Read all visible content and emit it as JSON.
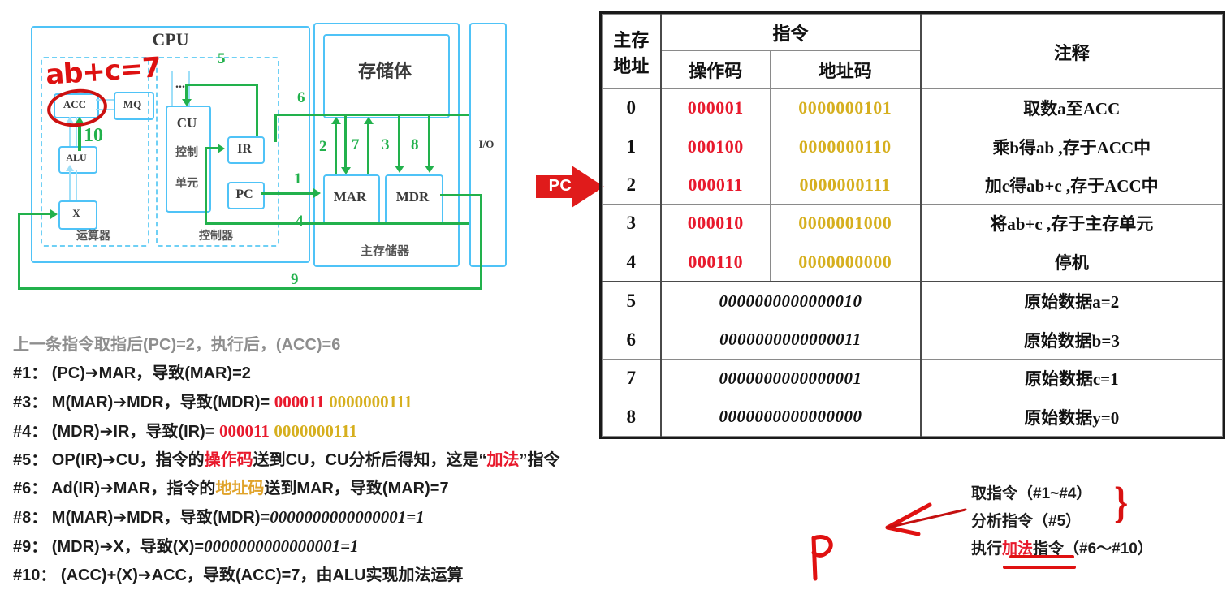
{
  "diagram": {
    "title": "CPU",
    "units": {
      "acc": "ACC",
      "mq": "MQ",
      "alu": "ALU",
      "x": "X",
      "cu": "CU",
      "cu_line1": "控制",
      "cu_line2": "单元",
      "ir": "IR",
      "pc": "PC",
      "mar": "MAR",
      "mdr": "MDR",
      "memory_bank": "存储体",
      "io": "I/O",
      "dots": "..."
    },
    "group_labels": {
      "alu_group": "运算器",
      "control_group": "控制器",
      "main_memory": "主存储器"
    },
    "flow_numbers": [
      "1",
      "2",
      "3",
      "4",
      "5",
      "6",
      "7",
      "8",
      "9",
      "10"
    ],
    "handwriting": {
      "acc_result": "ab+c=7"
    }
  },
  "pc_badge": {
    "label": "PC",
    "color": "#e01b1b"
  },
  "table": {
    "headers": {
      "address_l1": "主存",
      "address_l2": "地址",
      "instruction": "指令",
      "opcode": "操作码",
      "addrcode": "地址码",
      "comment": "注释"
    },
    "instruction_rows": [
      {
        "address": "0",
        "opcode": "000001",
        "addrcode": "0000000101",
        "comment": "取数a至ACC"
      },
      {
        "address": "1",
        "opcode": "000100",
        "addrcode": "0000000110",
        "comment": "乘b得ab ,存于ACC中"
      },
      {
        "address": "2",
        "opcode": "000011",
        "addrcode": "0000000111",
        "comment": "加c得ab+c ,存于ACC中"
      },
      {
        "address": "3",
        "opcode": "000010",
        "addrcode": "0000001000",
        "comment": "将ab+c ,存于主存单元"
      },
      {
        "address": "4",
        "opcode": "000110",
        "addrcode": "0000000000",
        "comment": "停机"
      }
    ],
    "data_rows": [
      {
        "address": "5",
        "word": "0000000000000010",
        "comment": "原始数据a=2"
      },
      {
        "address": "6",
        "word": "0000000000000011",
        "comment": "原始数据b=3"
      },
      {
        "address": "7",
        "word": "0000000000000001",
        "comment": "原始数据c=1"
      },
      {
        "address": "8",
        "word": "0000000000000000",
        "comment": "原始数据y=0"
      }
    ],
    "colors": {
      "opcode": "#e8192c",
      "addrcode": "#d6af1e"
    }
  },
  "steps": {
    "prev": "上一条指令取指后(PC)=2，执行后，(ACC)=6",
    "s1": "#1： (PC)➔MAR，导致(MAR)=2",
    "s3_pre": "#3： M(MAR)➔MDR，导致(MDR)=",
    "s3_op": "000011",
    "s3_ad": "0000000111",
    "s4_pre": "#4： (MDR)➔IR，导致(IR)=",
    "s4_op": "000011",
    "s4_ad": "0000000111",
    "s5_a": "#5： OP(IR)➔CU，指令的",
    "s5_b": "操作码",
    "s5_c": "送到CU，CU分析后得知，这是“",
    "s5_d": "加法",
    "s5_e": "”指令",
    "s6_a": "#6： Ad(IR)➔MAR，指令的",
    "s6_b": "地址码",
    "s6_c": "送到MAR，导致(MAR)=7",
    "s8_pre": "#8： M(MAR)➔MDR，导致(MDR)=",
    "s8_val": "0000000000000001=1",
    "s9_pre": "#9： (MDR)➔X，导致(X)=",
    "s9_val": "0000000000000001=1",
    "s10": "#10： (ACC)+(X)➔ACC，导致(ACC)=7，由ALU实现加法运算"
  },
  "note": {
    "line1": "取指令（#1~#4）",
    "line2": "分析指令（#5）",
    "line3_a": "执行",
    "line3_b": "加法",
    "line3_c": "指令（#6～#10）",
    "handwritten_p": "P"
  }
}
